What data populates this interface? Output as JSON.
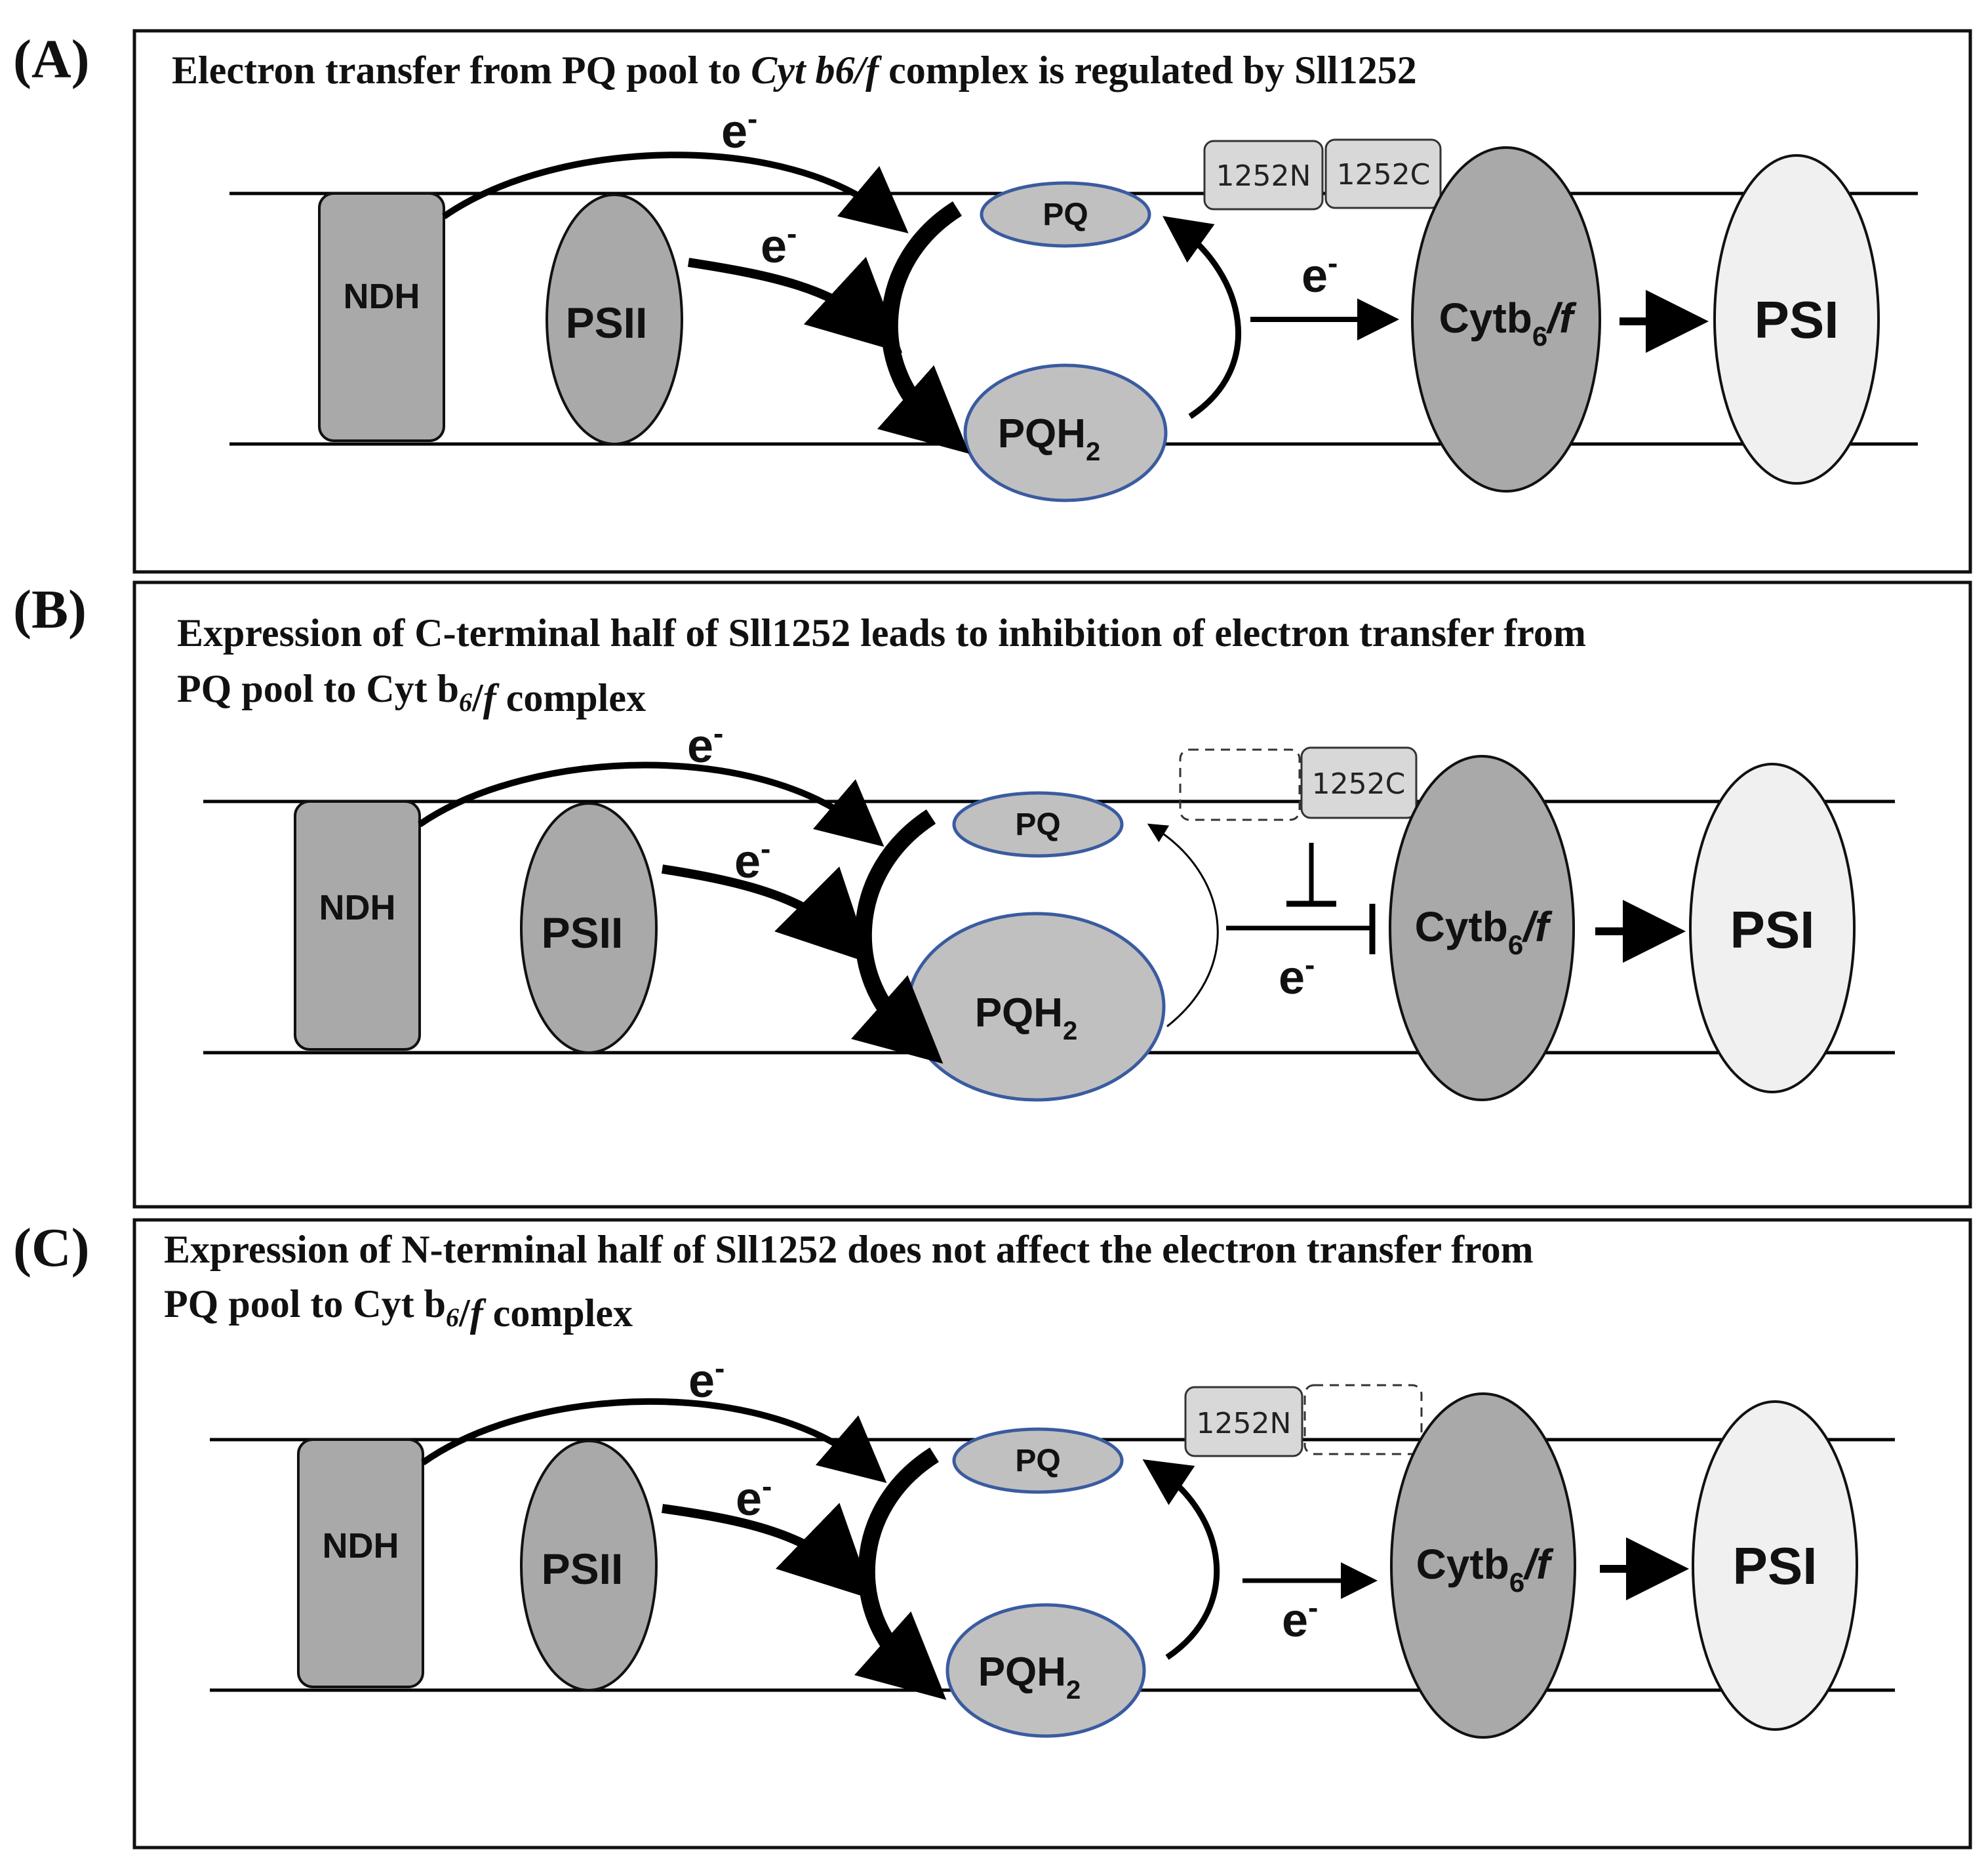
{
  "panels": [
    {
      "letter": "(A)",
      "caption_lines": [
        [
          {
            "t": "Electron transfer from PQ pool to ",
            "i": false
          },
          {
            "t": "Cyt b6/f",
            "i": true
          },
          {
            "t": " complex is regulated by Sll1252",
            "i": false
          }
        ]
      ],
      "labels": {
        "ndh": "NDH",
        "psii": "PSII",
        "pq": "PQ",
        "pqh_main": "PQH",
        "pqh_sub": "2",
        "cyt_main": "Cytb",
        "cyt_sub": "6",
        "cyt_tail": "/f",
        "psi": "PSI",
        "electron": "e",
        "charge": "-",
        "box_n": "1252N",
        "box_c": "1252C"
      }
    },
    {
      "letter": "(B)",
      "caption_lines": [
        [
          {
            "t": "Expression of C-terminal half of Sll1252  leads to inhibition of electron transfer from",
            "i": false
          }
        ],
        [
          {
            "t": "PQ pool to Cyt b",
            "i": false
          },
          {
            "t": "6",
            "i": true,
            "sub": true
          },
          {
            "t": "/",
            "i": false
          },
          {
            "t": "f",
            "i": true
          },
          {
            "t": " complex",
            "i": false
          }
        ]
      ],
      "labels": {
        "ndh": "NDH",
        "psii": "PSII",
        "pq": "PQ",
        "pqh_main": "PQH",
        "pqh_sub": "2",
        "cyt_main": "Cytb",
        "cyt_sub": "6",
        "cyt_tail": "/f",
        "psi": "PSI",
        "electron": "e",
        "charge": "-",
        "box_c": "1252C"
      }
    },
    {
      "letter": "(C)",
      "caption_lines": [
        [
          {
            "t": "Expression of N-terminal half of Sll1252  does not affect the electron transfer from",
            "i": false
          }
        ],
        [
          {
            "t": "PQ pool to Cyt b",
            "i": false
          },
          {
            "t": "6",
            "i": true,
            "sub": true
          },
          {
            "t": "/",
            "i": false
          },
          {
            "t": "f",
            "i": true
          },
          {
            "t": " complex",
            "i": false
          }
        ]
      ],
      "labels": {
        "ndh": "NDH",
        "psii": "PSII",
        "pq": "PQ",
        "pqh_main": "PQH",
        "pqh_sub": "2",
        "cyt_main": "Cytb",
        "cyt_sub": "6",
        "cyt_tail": "/f",
        "psi": "PSI",
        "electron": "e",
        "charge": "-",
        "box_n": "1252N"
      }
    }
  ],
  "colors": {
    "dark_gray": "#a9a9a9",
    "mid_gray": "#c0c0c0",
    "light_gray": "#f0f0f0",
    "pq_outline": "#3a5ba0",
    "ink": "#000000"
  }
}
